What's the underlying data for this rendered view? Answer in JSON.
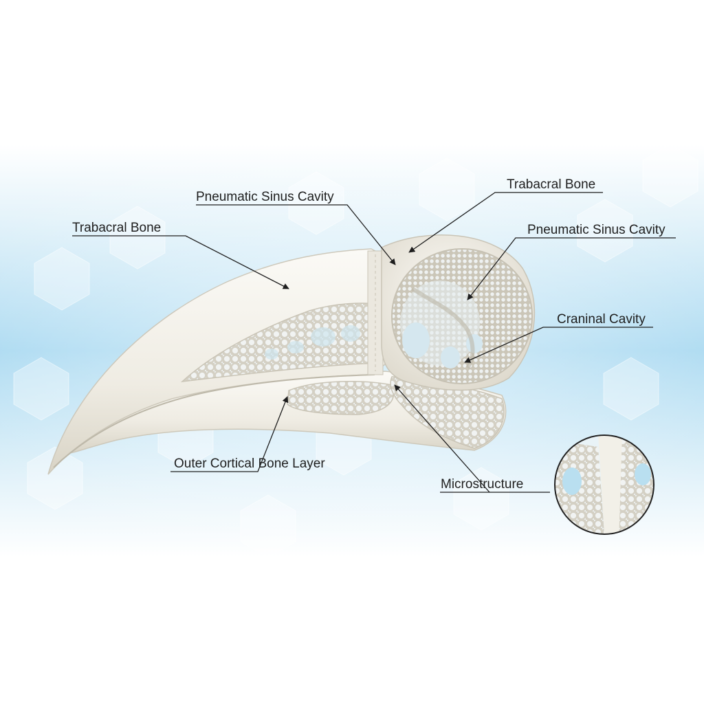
{
  "colors": {
    "band": "#bfe3f3",
    "band_core": "#9fd4ef",
    "bone": "#f3f1ea",
    "bone_shadow": "#d9d5c8",
    "lattice": "#b7b2a3",
    "pore": "#cfe6f0",
    "leader": "#1e1e1e"
  },
  "labels": {
    "trabecular_left": "Trabacral Bone",
    "sinus_top": "Pneumatic Sinus Cavity",
    "trabecular_right": "Trabacral Bone",
    "sinus_right": "Pneumatic Sinus Cavity",
    "cranial": "Craninal Cavity",
    "cortical": "Outer Cortical Bone Layer",
    "microstructure": "Microstructure"
  },
  "icons": {
    "inset": "magnified-lattice-inset",
    "pattern": "hexagon-background"
  }
}
